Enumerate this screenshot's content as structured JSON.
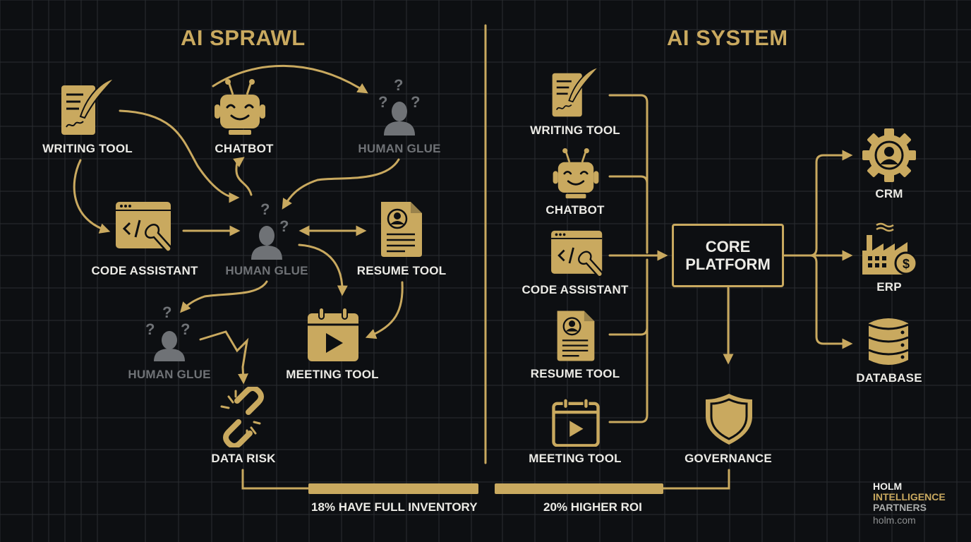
{
  "colors": {
    "background": "#0d0f12",
    "gold": "#c9a95f",
    "label_text": "#ecebe6",
    "human_glue_gray": "#6f7276",
    "grid_line": "#2a2d31"
  },
  "left_panel": {
    "title": "AI SPRAWL",
    "nodes": {
      "writing_tool": {
        "label": "WRITING TOOL",
        "icon": "document-quill-icon"
      },
      "chatbot": {
        "label": "CHATBOT",
        "icon": "robot-icon"
      },
      "human_glue_top": {
        "label": "HUMAN GLUE",
        "icon": "confused-person-icon"
      },
      "code_assistant": {
        "label": "CODE ASSISTANT",
        "icon": "code-window-wrench-icon"
      },
      "human_glue_center": {
        "label": "HUMAN GLUE",
        "icon": "confused-person-icon"
      },
      "resume_tool": {
        "label": "RESUME TOOL",
        "icon": "resume-document-icon"
      },
      "human_glue_bottom": {
        "label": "HUMAN GLUE",
        "icon": "confused-person-icon"
      },
      "meeting_tool": {
        "label": "MEETING TOOL",
        "icon": "calendar-video-icon"
      },
      "data_risk": {
        "label": "DATA RISK",
        "icon": "broken-chain-icon"
      }
    },
    "stat": {
      "text": "18% HAVE FULL INVENTORY",
      "value_percent": 18
    }
  },
  "right_panel": {
    "title": "AI SYSTEM",
    "tools": [
      {
        "label": "WRITING TOOL",
        "icon": "document-quill-icon"
      },
      {
        "label": "CHATBOT",
        "icon": "robot-icon"
      },
      {
        "label": "CODE ASSISTANT",
        "icon": "code-window-wrench-icon"
      },
      {
        "label": "RESUME TOOL",
        "icon": "resume-document-icon"
      },
      {
        "label": "MEETING TOOL",
        "icon": "calendar-video-icon"
      }
    ],
    "core": {
      "line1": "CORE",
      "line2": "PLATFORM"
    },
    "outputs": [
      {
        "label": "CRM",
        "icon": "gear-person-icon"
      },
      {
        "label": "ERP",
        "icon": "factory-dollar-icon"
      },
      {
        "label": "DATABASE",
        "icon": "database-icon"
      }
    ],
    "governance": {
      "label": "GOVERNANCE",
      "icon": "shield-icon"
    },
    "stat": {
      "text": "20% HIGHER ROI",
      "value_percent": 20
    }
  },
  "brand": {
    "line1": "HOLM",
    "line2": "INTELLIGENCE",
    "line3": "PARTNERS",
    "url": "holm.com"
  }
}
